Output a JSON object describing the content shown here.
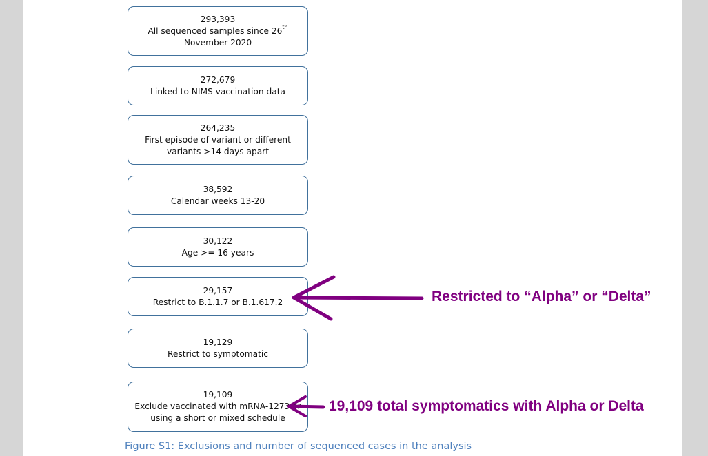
{
  "boxes": [
    {
      "count": "293,393",
      "label_pre": "All sequenced samples since 26",
      "label_sup": "th",
      "label_post": "November 2020"
    },
    {
      "count": "272,679",
      "label": "Linked to NIMS vaccination data"
    },
    {
      "count": "264,235",
      "label": "First episode of variant or different variants >14 days apart"
    },
    {
      "count": "38,592",
      "label": "Calendar weeks 13-20"
    },
    {
      "count": "30,122",
      "label": "Age >= 16 years"
    },
    {
      "count": "29,157",
      "label": "Restrict to B.1.1.7 or B.1.617.2"
    },
    {
      "count": "19,129",
      "label": "Restrict to symptomatic"
    },
    {
      "count": "19,109",
      "label": "Exclude vaccinated with mRNA-1273 or using a short or mixed schedule"
    }
  ],
  "annotations": {
    "restricted": "Restricted to “Alpha” or “Delta”",
    "total": "19,109 total symptomatics with Alpha or Delta"
  },
  "caption": "Figure S1: Exclusions and number of sequenced cases in the analysis",
  "colors": {
    "annotation": "#800080",
    "box_border": "#41719c",
    "caption": "#4f81bd"
  }
}
